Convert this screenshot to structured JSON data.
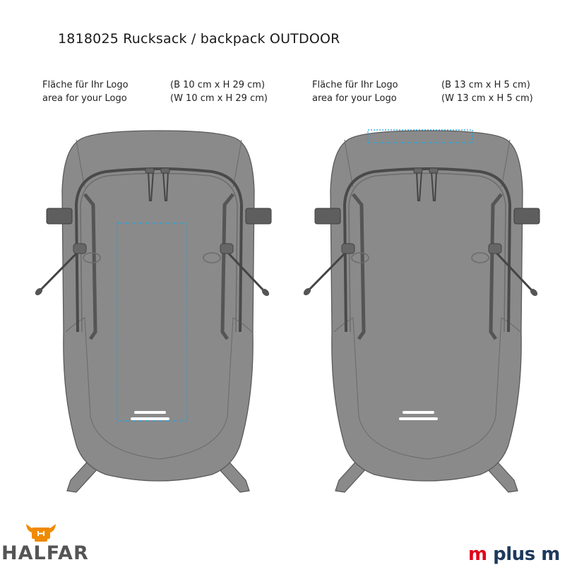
{
  "title": "1818025 Rucksack / backpack OUTDOOR",
  "views": [
    {
      "label_de": "Fläche für Ihr Logo",
      "label_en": "area for your Logo",
      "size_de": "(B 10 cm x H 29 cm)",
      "size_en": "(W 10 cm x H 29 cm)"
    },
    {
      "label_de": "Fläche für Ihr Logo",
      "label_en": "area for your Logo",
      "size_de": "(B 13 cm x H 5 cm)",
      "size_en": "(W 13 cm x H 5 cm)"
    }
  ],
  "brands": {
    "halfar": "HALFAR",
    "mplusm_m1": "m",
    "mplusm_plus": "plus",
    "mplusm_m2": "m"
  },
  "colors": {
    "backpack": "#8a8a8a",
    "outline": "#5a5a5a",
    "logo_area": "#1aa3e0",
    "halfar_orange": "#f08a00",
    "mplus_red": "#e2001a",
    "mplus_navy": "#1d3a5c"
  }
}
